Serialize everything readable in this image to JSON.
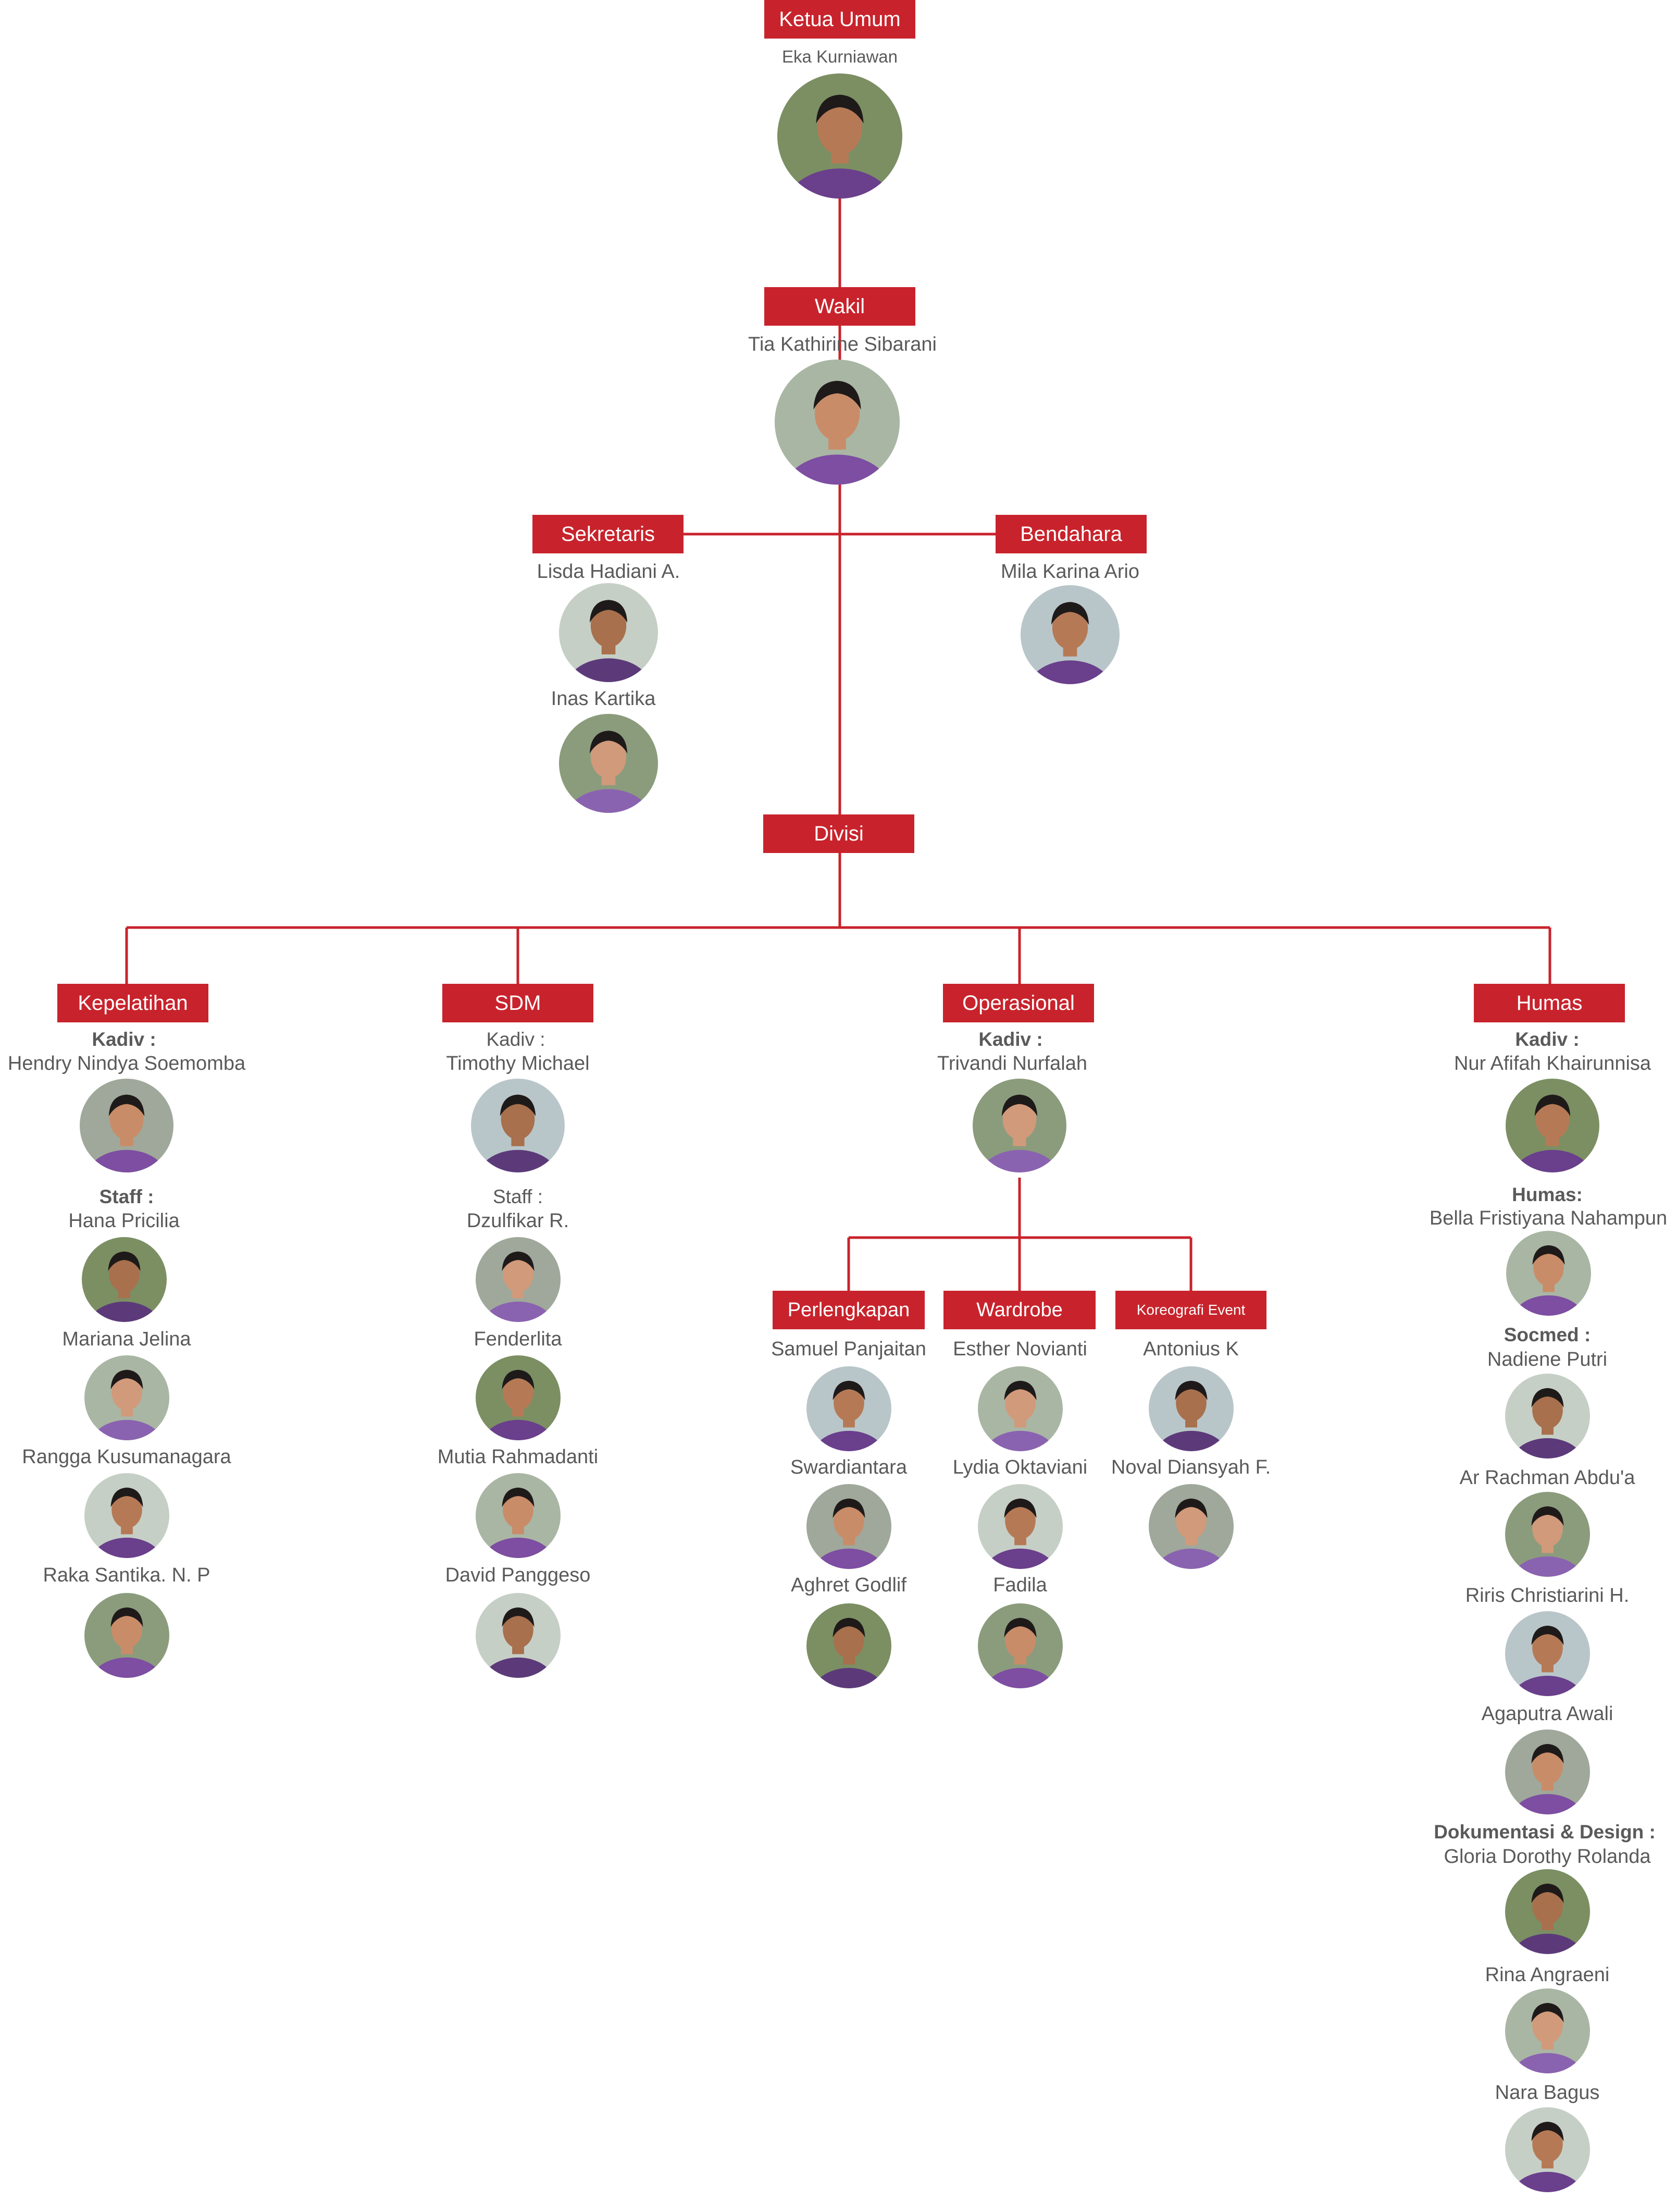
{
  "colors": {
    "box": "#c8232c",
    "line": "#c8232c",
    "text": "#5a5a5a"
  },
  "roles": {
    "ketua": {
      "title": "Ketua Umum",
      "name": "Eka Kurniawan"
    },
    "wakil": {
      "title": "Wakil",
      "name": "Tia Kathirine Sibarani"
    },
    "sekretaris": {
      "title": "Sekretaris",
      "names": [
        "Lisda Hadiani A.",
        "Inas Kartika"
      ]
    },
    "bendahara": {
      "title": "Bendahara",
      "name": "Mila Karina Ario"
    },
    "divisi": {
      "title": "Divisi"
    }
  },
  "divisions": {
    "kepelatihan": {
      "title": "Kepelatihan",
      "kadiv_label": "Kadiv :",
      "kadiv": "Hendry Nindya Soemomba",
      "staff_label": "Staff :",
      "staff": [
        "Hana Pricilia",
        "Mariana Jelina",
        "Rangga Kusumanagara",
        "Raka Santika. N. P"
      ]
    },
    "sdm": {
      "title": "SDM",
      "kadiv_label": "Kadiv :",
      "kadiv": "Timothy Michael",
      "staff_label": "Staff :",
      "staff": [
        "Dzulfikar R.",
        "Fenderlita",
        "Mutia Rahmadanti",
        "David Panggeso"
      ]
    },
    "operasional": {
      "title": "Operasional",
      "kadiv_label": "Kadiv :",
      "kadiv": "Trivandi Nurfalah",
      "subs": {
        "perlengkapan": {
          "title": "Perlengkapan",
          "members": [
            "Samuel Panjaitan",
            "Swardiantara",
            "Aghret Godlif"
          ]
        },
        "wardrobe": {
          "title": "Wardrobe",
          "members": [
            "Esther Novianti",
            "Lydia Oktaviani",
            "Fadila"
          ]
        },
        "koreografi": {
          "title": "Koreografi Event",
          "members": [
            "Antonius K",
            "Noval Diansyah F."
          ]
        }
      }
    },
    "humas": {
      "title": "Humas",
      "kadiv_label": "Kadiv :",
      "kadiv": "Nur Afifah Khairunnisa",
      "humas_label": "Humas:",
      "humas": "Bella Fristiyana Nahampun",
      "socmed_label": "Socmed :",
      "socmed": [
        "Nadiene Putri",
        "Ar Rachman Abdu'a",
        "Riris Christiarini H.",
        "Agaputra Awali"
      ],
      "dok_label": "Dokumentasi & Design  :",
      "dok": [
        "Gloria Dorothy Rolanda",
        "Rina Angraeni",
        "Nara Bagus"
      ]
    }
  }
}
